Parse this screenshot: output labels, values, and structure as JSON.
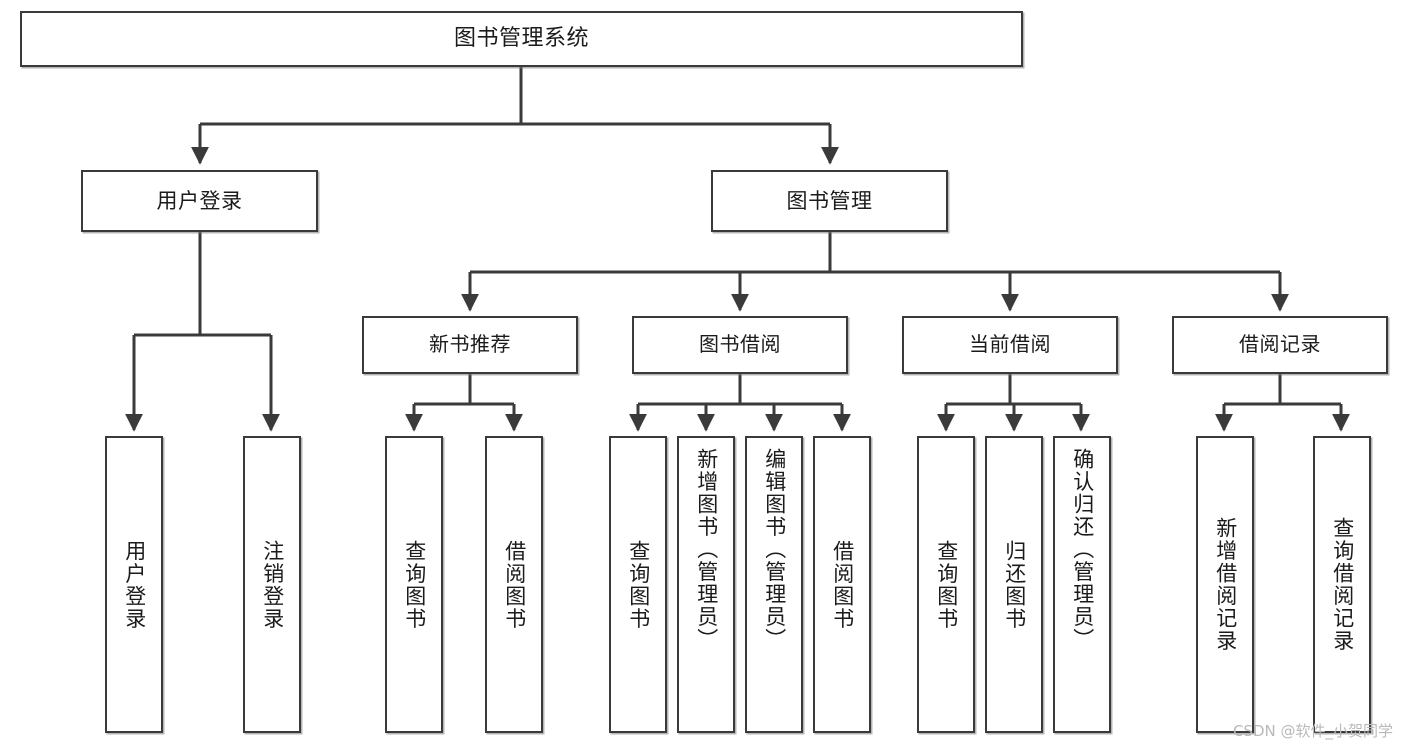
{
  "diagram": {
    "type": "tree-hierarchy",
    "title": "图书管理系统",
    "watermark": "CSDN @软件_小贺同学",
    "colors": {
      "stroke": "#3a3a3a",
      "fill": "#ffffff",
      "text": "#1b1b1b",
      "watermark": "#b9b9b9"
    },
    "root": {
      "id": "root",
      "label": "图书管理系统"
    },
    "level2": [
      {
        "id": "user-login",
        "label": "用户登录"
      },
      {
        "id": "book-manage",
        "label": "图书管理"
      }
    ],
    "level3": [
      {
        "id": "new-book-rec",
        "label": "新书推荐",
        "parent": "book-manage"
      },
      {
        "id": "book-borrow",
        "label": "图书借阅",
        "parent": "book-manage"
      },
      {
        "id": "current-borrow",
        "label": "当前借阅",
        "parent": "book-manage"
      },
      {
        "id": "borrow-record",
        "label": "借阅记录",
        "parent": "book-manage"
      }
    ],
    "leaves": [
      {
        "id": "leaf-user-login",
        "label": "用户登录",
        "parent": "user-login"
      },
      {
        "id": "leaf-logout-login",
        "label": "注销登录",
        "parent": "user-login"
      },
      {
        "id": "leaf-query-book-1",
        "label": "查询图书",
        "parent": "new-book-rec"
      },
      {
        "id": "leaf-borrow-book-1",
        "label": "借阅图书",
        "parent": "new-book-rec"
      },
      {
        "id": "leaf-query-book-2",
        "label": "查询图书",
        "parent": "book-borrow"
      },
      {
        "id": "leaf-add-book",
        "label": "新增图书（管理员）",
        "parent": "book-borrow"
      },
      {
        "id": "leaf-edit-book",
        "label": "编辑图书（管理员）",
        "parent": "book-borrow"
      },
      {
        "id": "leaf-borrow-book-2",
        "label": "借阅图书",
        "parent": "book-borrow"
      },
      {
        "id": "leaf-query-book-3",
        "label": "查询图书",
        "parent": "current-borrow"
      },
      {
        "id": "leaf-return-book",
        "label": "归还图书",
        "parent": "current-borrow"
      },
      {
        "id": "leaf-confirm-return",
        "label": "确认归还（管理员）",
        "parent": "current-borrow"
      },
      {
        "id": "leaf-add-record",
        "label": "新增借阅记录",
        "parent": "borrow-record"
      },
      {
        "id": "leaf-query-record",
        "label": "查询借阅记录",
        "parent": "borrow-record"
      }
    ]
  }
}
